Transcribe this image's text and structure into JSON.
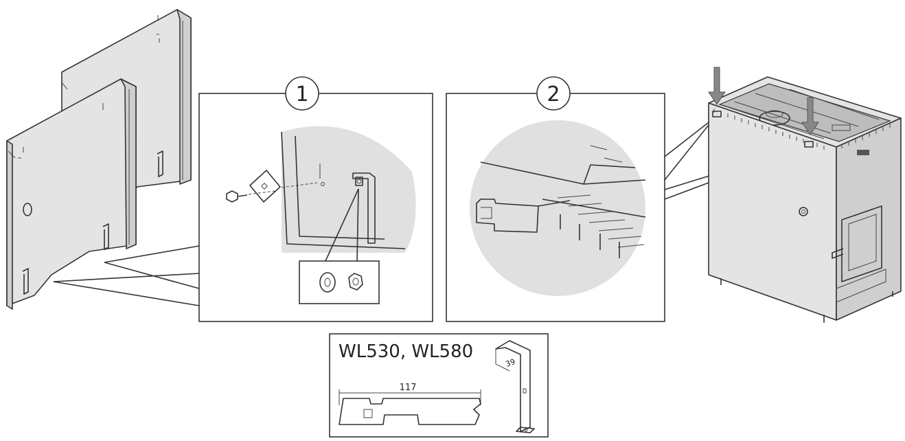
{
  "callouts": [
    {
      "number": "1"
    },
    {
      "number": "2"
    }
  ],
  "models_box": {
    "title": "WL530, WL580",
    "plate_dimension": "117",
    "bracket_dimension": "39"
  }
}
